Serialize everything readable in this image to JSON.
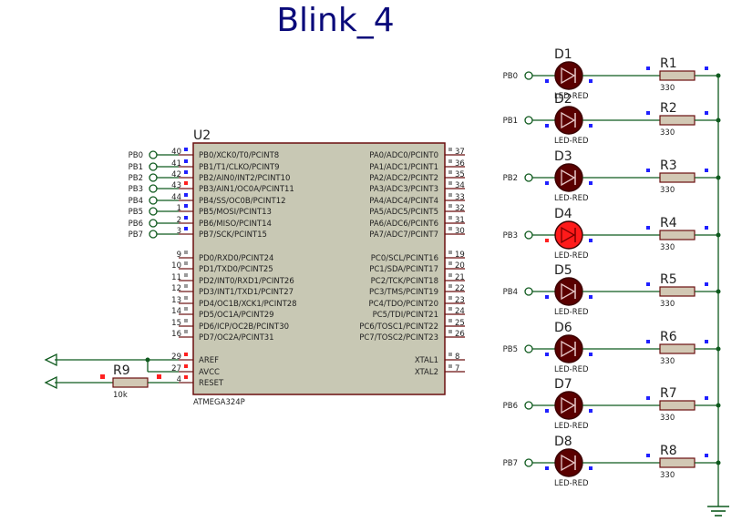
{
  "title": "Blink_4",
  "mcu": {
    "ref": "U2",
    "part": "ATMEGA324P",
    "left_pins": [
      {
        "num": "40",
        "name": "PB0/XCK0/T0/PCINT8",
        "net": "PB0"
      },
      {
        "num": "41",
        "name": "PB1/T1/CLKO/PCINT9",
        "net": "PB1"
      },
      {
        "num": "42",
        "name": "PB2/AIN0/INT2/PCINT10",
        "net": "PB2"
      },
      {
        "num": "43",
        "name": "PB3/AIN1/OC0A/PCINT11",
        "net": "PB3"
      },
      {
        "num": "44",
        "name": "PB4/SS/OC0B/PCINT12",
        "net": "PB4"
      },
      {
        "num": "1",
        "name": "PB5/MOSI/PCINT13",
        "net": "PB5"
      },
      {
        "num": "2",
        "name": "PB6/MISO/PCINT14",
        "net": "PB6"
      },
      {
        "num": "3",
        "name": "PB7/SCK/PCINT15",
        "net": "PB7"
      },
      {
        "num": "9",
        "name": "PD0/RXD0/PCINT24",
        "net": ""
      },
      {
        "num": "10",
        "name": "PD1/TXD0/PCINT25",
        "net": ""
      },
      {
        "num": "11",
        "name": "PD2/INT0/RXD1/PCINT26",
        "net": ""
      },
      {
        "num": "12",
        "name": "PD3/INT1/TXD1/PCINT27",
        "net": ""
      },
      {
        "num": "13",
        "name": "PD4/OC1B/XCK1/PCINT28",
        "net": ""
      },
      {
        "num": "14",
        "name": "PD5/OC1A/PCINT29",
        "net": ""
      },
      {
        "num": "15",
        "name": "PD6/ICP/OC2B/PCINT30",
        "net": ""
      },
      {
        "num": "16",
        "name": "PD7/OC2A/PCINT31",
        "net": ""
      },
      {
        "num": "29",
        "name": "AREF",
        "net": ""
      },
      {
        "num": "27",
        "name": "AVCC",
        "net": ""
      },
      {
        "num": "4",
        "name": "RESET",
        "net": ""
      }
    ],
    "right_pins": [
      {
        "num": "37",
        "name": "PA0/ADC0/PCINT0"
      },
      {
        "num": "36",
        "name": "PA1/ADC1/PCINT1"
      },
      {
        "num": "35",
        "name": "PA2/ADC2/PCINT2"
      },
      {
        "num": "34",
        "name": "PA3/ADC3/PCINT3"
      },
      {
        "num": "33",
        "name": "PA4/ADC4/PCINT4"
      },
      {
        "num": "32",
        "name": "PA5/ADC5/PCINT5"
      },
      {
        "num": "31",
        "name": "PA6/ADC6/PCINT6"
      },
      {
        "num": "30",
        "name": "PA7/ADC7/PCINT7"
      },
      {
        "num": "19",
        "name": "PC0/SCL/PCINT16"
      },
      {
        "num": "20",
        "name": "PC1/SDA/PCINT17"
      },
      {
        "num": "21",
        "name": "PC2/TCK/PCINT18"
      },
      {
        "num": "22",
        "name": "PC3/TMS/PCINT19"
      },
      {
        "num": "23",
        "name": "PC4/TDO/PCINT20"
      },
      {
        "num": "24",
        "name": "PC5/TDI/PCINT21"
      },
      {
        "num": "25",
        "name": "PC6/TOSC1/PCINT22"
      },
      {
        "num": "26",
        "name": "PC7/TOSC2/PCINT23"
      },
      {
        "num": "8",
        "name": "XTAL1"
      },
      {
        "num": "7",
        "name": "XTAL2"
      }
    ]
  },
  "reset_resistor": {
    "ref": "R9",
    "value": "10k"
  },
  "led_rows": [
    {
      "net": "PB0",
      "led_ref": "D1",
      "led_part": "LED-RED",
      "lit": false,
      "res_ref": "R1",
      "res_value": "330"
    },
    {
      "net": "PB1",
      "led_ref": "D2",
      "led_part": "LED-RED",
      "lit": false,
      "res_ref": "R2",
      "res_value": "330"
    },
    {
      "net": "PB2",
      "led_ref": "D3",
      "led_part": "LED-RED",
      "lit": false,
      "res_ref": "R3",
      "res_value": "330"
    },
    {
      "net": "PB3",
      "led_ref": "D4",
      "led_part": "LED-RED",
      "lit": true,
      "res_ref": "R4",
      "res_value": "330"
    },
    {
      "net": "PB4",
      "led_ref": "D5",
      "led_part": "LED-RED",
      "lit": false,
      "res_ref": "R5",
      "res_value": "330"
    },
    {
      "net": "PB5",
      "led_ref": "D6",
      "led_part": "LED-RED",
      "lit": false,
      "res_ref": "R6",
      "res_value": "330"
    },
    {
      "net": "PB6",
      "led_ref": "D7",
      "led_part": "LED-RED",
      "lit": false,
      "res_ref": "R7",
      "res_value": "330"
    },
    {
      "net": "PB7",
      "led_ref": "D8",
      "led_part": "LED-RED",
      "lit": false,
      "res_ref": "R8",
      "res_value": "330"
    }
  ],
  "colors": {
    "wire": "#0f5a1e",
    "chip_body": "#c8c8b4",
    "chip_outline": "#6a0f0f",
    "led_off": "#5a0000",
    "led_on": "#ff1a1a",
    "resistor_body": "#d2c8b4",
    "title": "#0a0a7a",
    "pin_state_high": "#ff2020",
    "pin_state_low": "#2020ff"
  }
}
